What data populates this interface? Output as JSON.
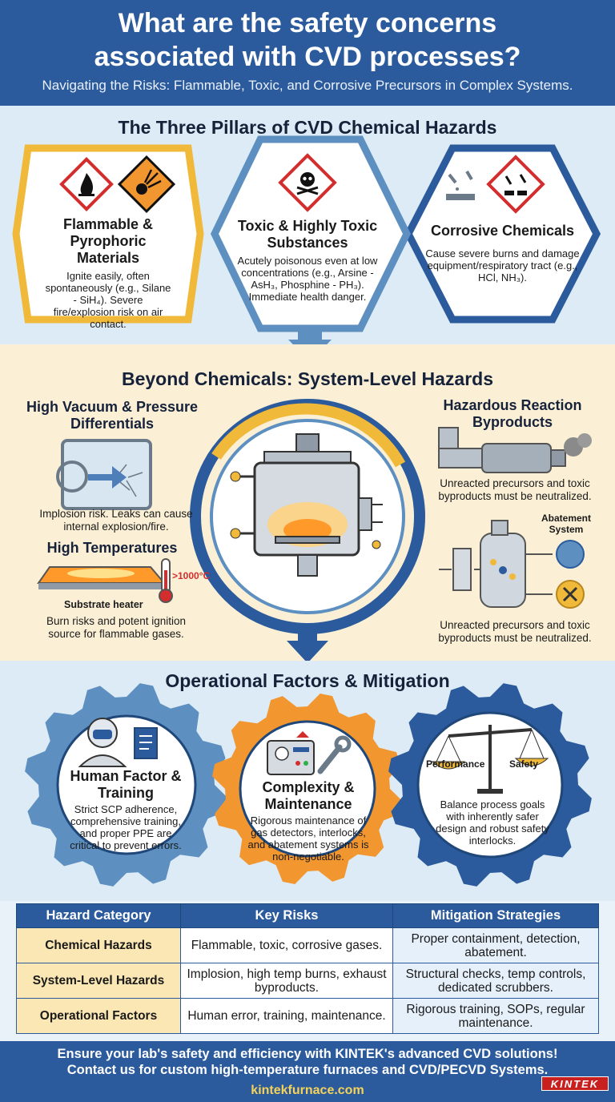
{
  "header": {
    "title_line1": "What are the safety concerns",
    "title_line2": "associated with CVD processes?",
    "subtitle": "Navigating the Risks: Flammable, Toxic, and Corrosive Precursors in Complex Systems."
  },
  "pillars": {
    "title": "The Three Pillars of CVD Chemical Hazards",
    "items": [
      {
        "title": "Flammable & Pyrophoric Materials",
        "text": "Ignite easily, often spontaneously (e.g., Silane - SiH₄). Severe fire/explosion risk on air contact.",
        "color": "#f0b93a"
      },
      {
        "title": "Toxic & Highly Toxic Substances",
        "text": "Acutely poisonous even at low concentrations (e.g., Arsine - AsH₃, Phosphine - PH₃). Immediate health danger.",
        "color": "#5d8fc0"
      },
      {
        "title": "Corrosive Chemicals",
        "text": "Cause severe burns and damage equipment/respiratory tract (e.g., HCl, NH₃).",
        "color": "#2b5b9c"
      }
    ]
  },
  "system": {
    "title": "Beyond Chemicals: System-Level Hazards",
    "vacuum": {
      "title": "High Vacuum & Pressure Differentials",
      "text": "Implosion risk. Leaks can cause internal explosion/fire."
    },
    "temperature": {
      "title": "High Temperatures",
      "heater_label": "Substrate heater",
      "temp_label": ">1000°C",
      "text": "Burn risks and potent ignition source for flammable gases."
    },
    "byproducts": {
      "title": "Hazardous Reaction Byproducts",
      "text": "Unreacted precursors and toxic byproducts must be neutralized."
    },
    "abatement": {
      "label": "Abatement System",
      "text": "Unreacted precursors and toxic byproducts must be neutralized."
    }
  },
  "operational": {
    "title": "Operational Factors & Mitigation",
    "human": {
      "title": "Human Factor & Training",
      "text": "Strict SCP adherence, comprehensive training, and proper PPE are critical to prevent errors."
    },
    "complexity": {
      "title": "Complexity & Maintenance",
      "text": "Rigorous maintenance of gas detectors, interlocks, and abatement systems is non-negotiable."
    },
    "balance": {
      "left_label": "Performance",
      "right_label": "Safety",
      "text": "Balance process goals with inherently safer design and robust safety interlocks."
    }
  },
  "table": {
    "headers": [
      "Hazard Category",
      "Key Risks",
      "Mitigation Strategies"
    ],
    "rows": [
      {
        "category": "Chemical Hazards",
        "risks": "Flammable, toxic, corrosive gases.",
        "mitigation": "Proper containment, detection, abatement."
      },
      {
        "category": "System-Level Hazards",
        "risks": "Implosion, high temp burns, exhaust byproducts.",
        "mitigation": "Structural checks, temp controls, dedicated scrubbers."
      },
      {
        "category": "Operational Factors",
        "risks": "Human error, training, maintenance.",
        "mitigation": "Rigorous training, SOPs, regular maintenance."
      }
    ]
  },
  "footer": {
    "line1": "Ensure your lab's safety and efficiency with KINTEK's advanced CVD solutions!",
    "line2": "Contact us for custom high-temperature furnaces and CVD/PECVD Systems.",
    "url": "kintekfurnace.com",
    "logo": "KINTEK"
  },
  "colors": {
    "brand_blue": "#2b5b9c",
    "gold": "#f0b93a",
    "orange": "#f2962f",
    "cream": "#fbf0d6",
    "light_blue": "#dcebf5"
  }
}
